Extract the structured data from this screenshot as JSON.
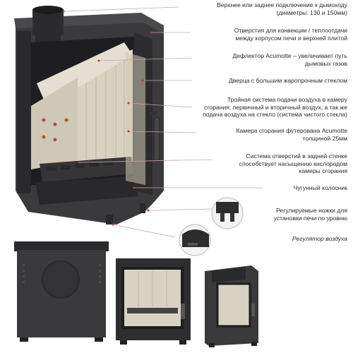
{
  "annotations": [
    {
      "id": "flue",
      "lines": [
        "Верхнее или заднее подключение к дымоходу",
        "(диаметры: 130 и 150мм)"
      ]
    },
    {
      "id": "convection",
      "lines": [
        "Отверстия для конвекции / теплоотдачи",
        "между корпусом печи и верхней плитой"
      ]
    },
    {
      "id": "deflector",
      "lines": [
        "Дефлектор Acumotte – увеличивает путь",
        "дымовых газов"
      ]
    },
    {
      "id": "door",
      "lines": [
        "Дверца с большим жаропрочным стеклом"
      ]
    },
    {
      "id": "air-system",
      "lines": [
        "Тройная система подачи воздуха в камеру",
        "сгорания: первичный и вторичный воздух, а так же",
        "подача воздуха на стекло (система чистого стекла)"
      ]
    },
    {
      "id": "chamber",
      "lines": [
        "Камера сгорания футерована Acumotte",
        "толщиной 25мм"
      ]
    },
    {
      "id": "rear-holes",
      "lines": [
        "Система отверстий в задней стенке",
        "способствует насыщению кислородом",
        "камеры сгорания"
      ]
    },
    {
      "id": "grate",
      "lines": [
        "Чугунный колосник"
      ]
    },
    {
      "id": "legs",
      "lines": [
        "Регулируемые ножки для",
        "установки печи по уровню"
      ]
    },
    {
      "id": "regulator",
      "lines": [
        "Регулятор воздуха"
      ]
    }
  ],
  "colors": {
    "body": "#3a3a3c",
    "body_dark": "#232325",
    "lining": "#d8d2c2",
    "glass": "#cfc8b4",
    "accent_line": "#c8a6a6",
    "marker": "#b33a3a"
  }
}
